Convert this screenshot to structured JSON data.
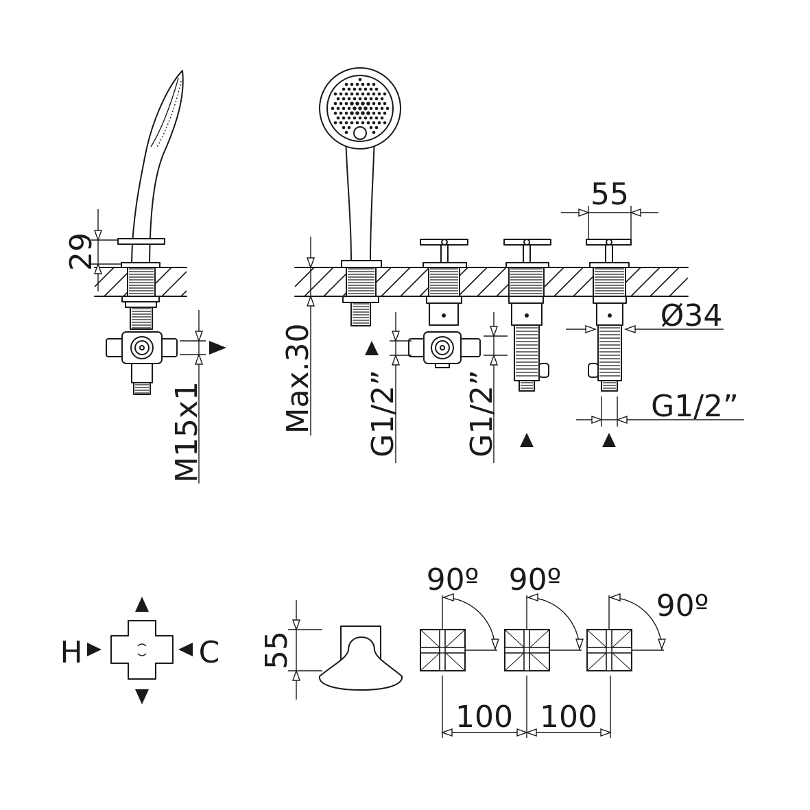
{
  "drawing": {
    "side_view": {
      "height_dim": "29",
      "thread_dim": "M15x1"
    },
    "front_view": {
      "deck_max": "Max.30",
      "thread_dim_1": "G1/2”",
      "thread_dim_2": "G1/2”",
      "handle_spacing": "55",
      "diameter": "Ø34",
      "thread_dim_3": "G1/2”"
    },
    "plan_view": {
      "hot": "H",
      "cold": "C",
      "spout_height": "55",
      "rotation_1": "90º",
      "rotation_2": "90º",
      "rotation_3": "90º",
      "spacing_1": "100",
      "spacing_2": "100"
    }
  },
  "colors": {
    "line": "#1a1a1a",
    "background": "#ffffff"
  }
}
